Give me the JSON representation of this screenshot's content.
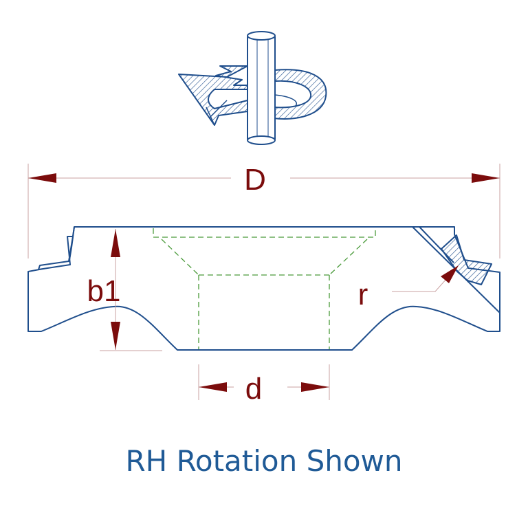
{
  "colors": {
    "outline": "#1f4e8c",
    "dimension": "#7b0c0c",
    "dimension_line": "#c9a0a0",
    "hidden_line": "#4a9a3a",
    "caption": "#1f5a96"
  },
  "icons": {
    "rotation": "rh-rotation-arrow-icon"
  },
  "dimensions": {
    "outer_diameter": "D",
    "height": "b1",
    "bore": "d",
    "radius": "r"
  },
  "caption": "RH Rotation Shown"
}
